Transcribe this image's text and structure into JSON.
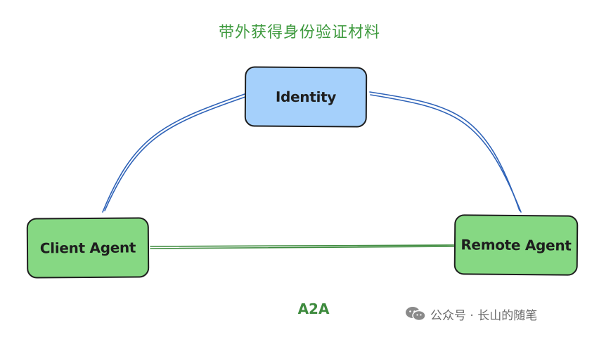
{
  "title": "带外获得身份验证材料",
  "nodes": {
    "identity": "Identity",
    "client": "Client Agent",
    "remote": "Remote Agent"
  },
  "edges": {
    "client_remote_label": "A2A"
  },
  "colors": {
    "identity_fill": "#a5d0fb",
    "agent_fill": "#86d883",
    "identity_link": "#2f63b8",
    "a2a_link": "#3e8b3e",
    "title": "#3e9a3e"
  },
  "watermark": {
    "icon": "wechat-icon",
    "text": "公众号 · 长山的随笔"
  }
}
